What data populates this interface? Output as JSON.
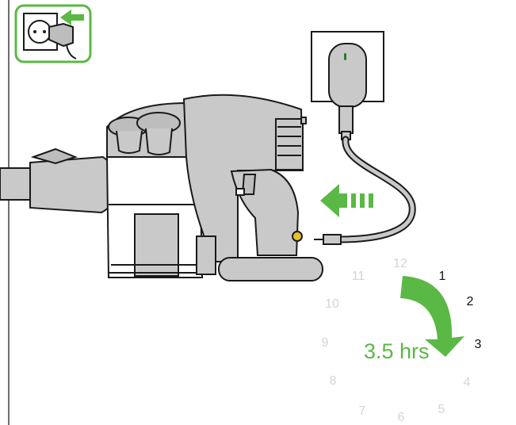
{
  "charge_duration": "3.5 hrs",
  "clock": {
    "numbers": [
      "12",
      "1",
      "2",
      "3",
      "4",
      "5",
      "6",
      "7",
      "8",
      "9",
      "10",
      "11"
    ],
    "highlighted": [
      "1",
      "2",
      "3"
    ]
  },
  "icons": {
    "plug_step": "wall-socket-plug-in-icon",
    "motion": "insert-direction-arrow-icon",
    "clock_arrow": "clockwise-arrow-icon"
  },
  "colors": {
    "accent_green": "#5ab845",
    "body_grey": "#c9c9c9",
    "outline": "#1a1a1a",
    "faded_number": "#d4d4d4"
  }
}
